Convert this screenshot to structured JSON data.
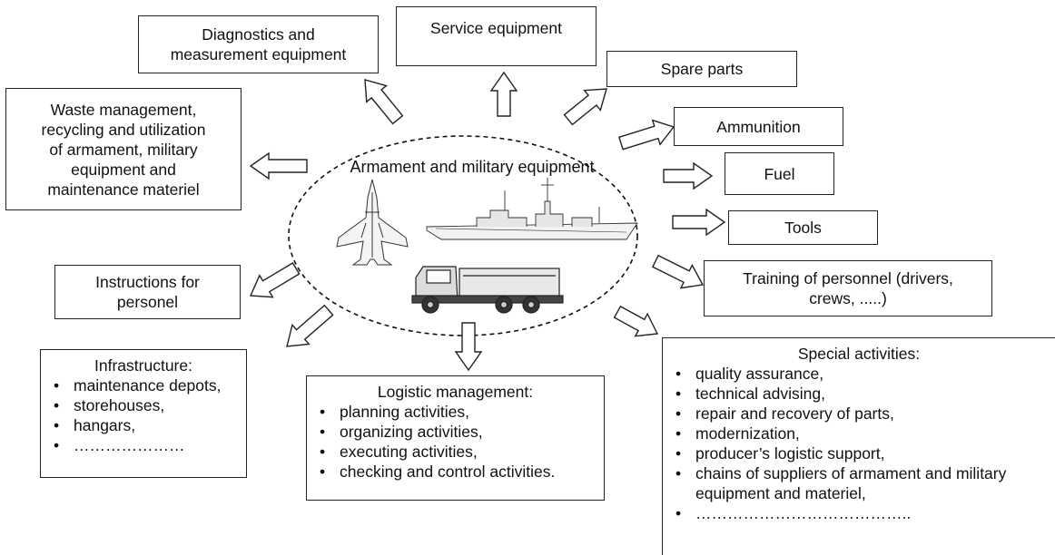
{
  "hub": {
    "title": "Armament and military equipment"
  },
  "boxes": {
    "diagnostics": [
      "Diagnostics and",
      "measurement equipment"
    ],
    "service": [
      "Service equipment"
    ],
    "spare_parts": [
      "Spare parts"
    ],
    "ammunition": [
      "Ammunition"
    ],
    "fuel": [
      "Fuel"
    ],
    "tools": [
      "Tools"
    ],
    "waste": [
      "Waste management,",
      "recycling and utilization",
      "of armament, military",
      "equipment and",
      "maintenance materiel"
    ],
    "instructions": [
      "Instructions for",
      "personel"
    ],
    "training": [
      "Training of personnel (drivers,",
      "crews, .....)"
    ]
  },
  "infrastructure": {
    "title": "Infrastructure:",
    "items": [
      "maintenance depots,",
      "storehouses,",
      "hangars,",
      "…………………"
    ]
  },
  "logistic": {
    "title": "Logistic management:",
    "items": [
      "planning activities,",
      "organizing activities,",
      "executing activities,",
      "checking and control activities."
    ]
  },
  "special": {
    "title": "Special activities:",
    "items": [
      "quality assurance,",
      "technical advising,",
      "repair and recovery of parts,",
      "modernization,",
      "producer’s logistic support,",
      "chains of suppliers of armament and military equipment and materiel,",
      "………………………………….."
    ]
  },
  "icons": [
    "fighter-jet-icon",
    "warship-icon",
    "military-truck-icon"
  ]
}
